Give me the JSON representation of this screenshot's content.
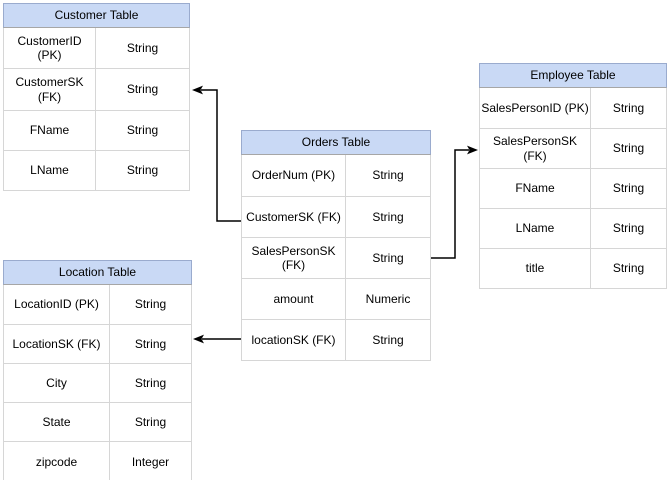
{
  "diagram": {
    "type": "entity-relationship",
    "colors": {
      "header_fill": "#C9D9F5",
      "header_border": "#9AABCE",
      "cell_border": "#D6D6D6",
      "connector": "#000000",
      "background": "#FFFFFF"
    },
    "tables": [
      {
        "title": "Customer Table",
        "rows": [
          {
            "field": "CustomerID (PK)",
            "type": "String"
          },
          {
            "field": "CustomerSK (FK)",
            "type": "String"
          },
          {
            "field": "FName",
            "type": "String"
          },
          {
            "field": "LName",
            "type": "String"
          }
        ]
      },
      {
        "title": "Orders Table",
        "rows": [
          {
            "field": "OrderNum (PK)",
            "type": "String"
          },
          {
            "field": "CustomerSK (FK)",
            "type": "String"
          },
          {
            "field": "SalesPersonSK (FK)",
            "type": "String"
          },
          {
            "field": "amount",
            "type": "Numeric"
          },
          {
            "field": "locationSK (FK)",
            "type": "String"
          }
        ]
      },
      {
        "title": "Employee Table",
        "rows": [
          {
            "field": "SalesPersonID (PK)",
            "type": "String"
          },
          {
            "field": "SalesPersonSK (FK)",
            "type": "String"
          },
          {
            "field": "FName",
            "type": "String"
          },
          {
            "field": "LName",
            "type": "String"
          },
          {
            "field": "title",
            "type": "String"
          }
        ]
      },
      {
        "title": "Location Table",
        "rows": [
          {
            "field": "LocationID (PK)",
            "type": "String"
          },
          {
            "field": "LocationSK (FK)",
            "type": "String"
          },
          {
            "field": "City",
            "type": "String"
          },
          {
            "field": "State",
            "type": "String"
          },
          {
            "field": "zipcode",
            "type": "Integer"
          }
        ]
      }
    ],
    "relationships": [
      {
        "from": "Orders Table.CustomerSK (FK)",
        "to": "Customer Table.CustomerSK (FK)"
      },
      {
        "from": "Orders Table.SalesPersonSK (FK)",
        "to": "Employee Table.SalesPersonSK (FK)"
      },
      {
        "from": "Orders Table.locationSK (FK)",
        "to": "Location Table.LocationSK (FK)"
      }
    ]
  }
}
